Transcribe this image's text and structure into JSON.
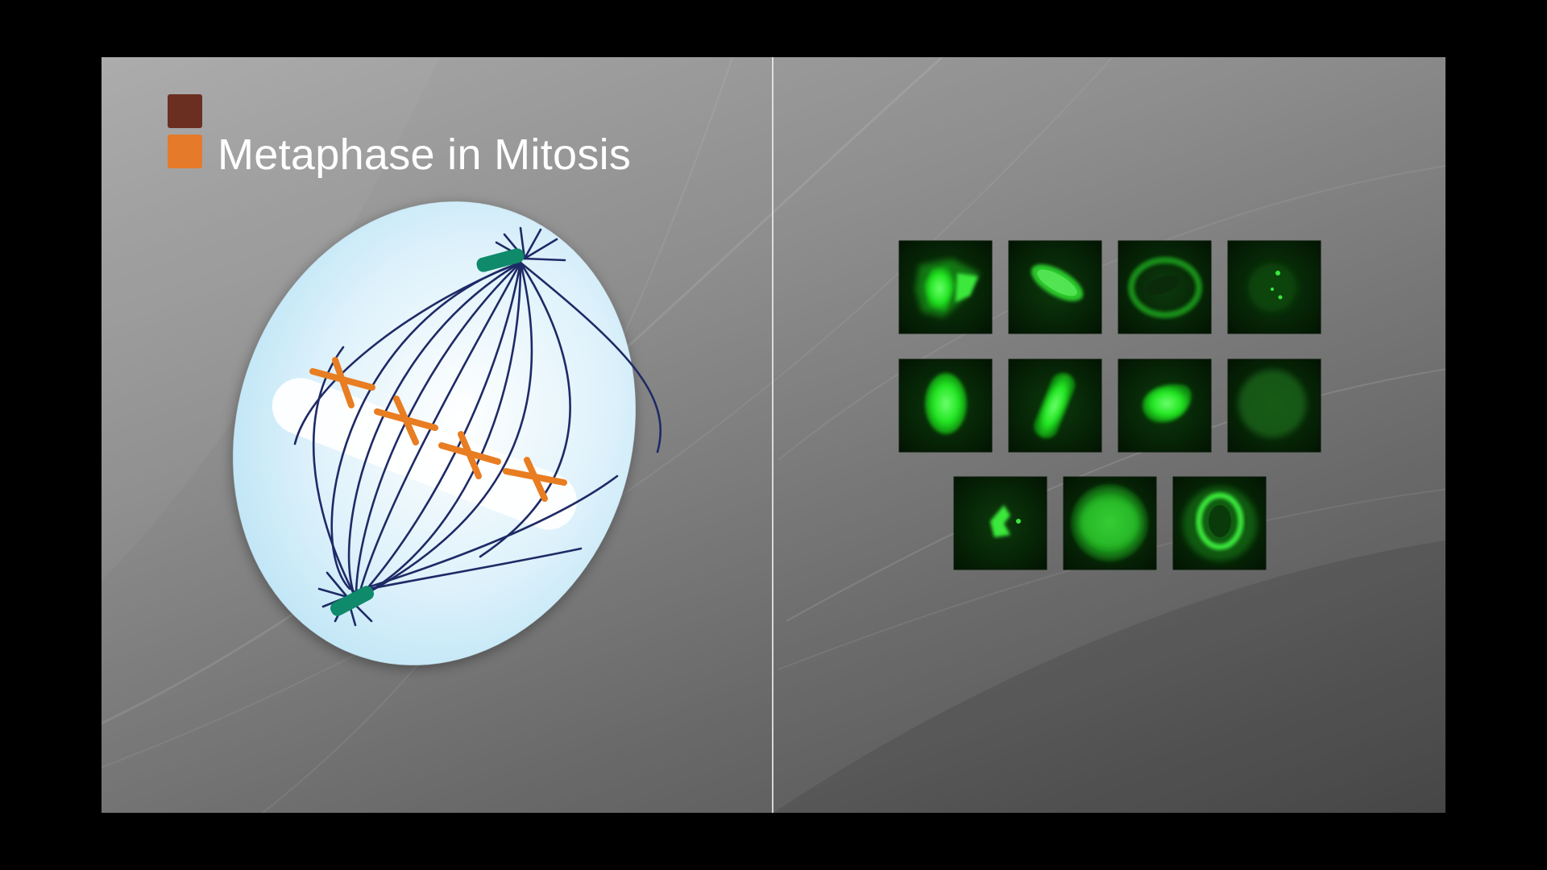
{
  "slide": {
    "title": "Metaphase in Mitosis",
    "accent_colors": {
      "square_top": "#6b2f22",
      "square_bottom": "#e47a2a"
    }
  },
  "diagram": {
    "subject": "cell in metaphase with spindle fibers and aligned chromosomes",
    "colors": {
      "cell_fill": "#c9e9f7",
      "metaphase_plate": "#ffffff",
      "spindle_fibers": "#1e2a66",
      "centrosomes": "#0f8a6a",
      "chromosomes": "#e87d22"
    },
    "chromosome_count": 4
  },
  "micrographs": {
    "rows": [
      {
        "tiles": [
          "irregular-bright-blob",
          "elongated-speckled-plate",
          "dim-ring-outline",
          "faint-dots"
        ]
      },
      {
        "tiles": [
          "bright-oval",
          "bright-tilted-bar",
          "bright-kidney",
          "diffuse-dim"
        ]
      },
      {
        "tiles": [
          "small-cluster",
          "round-glow",
          "speckled-ring"
        ]
      }
    ],
    "fluorescence_color": "#22e622"
  }
}
